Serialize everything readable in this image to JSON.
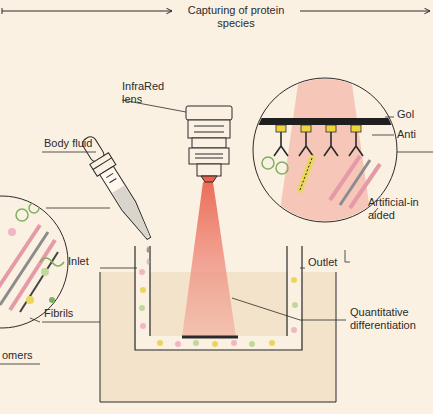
{
  "diagram": {
    "title": "Capturing of protein species",
    "labels": [
      "InfraRed lens",
      "Gol",
      "Anti",
      "Body fluid",
      "Artificial-in aided",
      "Inlet",
      "Outlet",
      "Fibrils",
      "Quantitative differentiation",
      "omers"
    ]
  }
}
